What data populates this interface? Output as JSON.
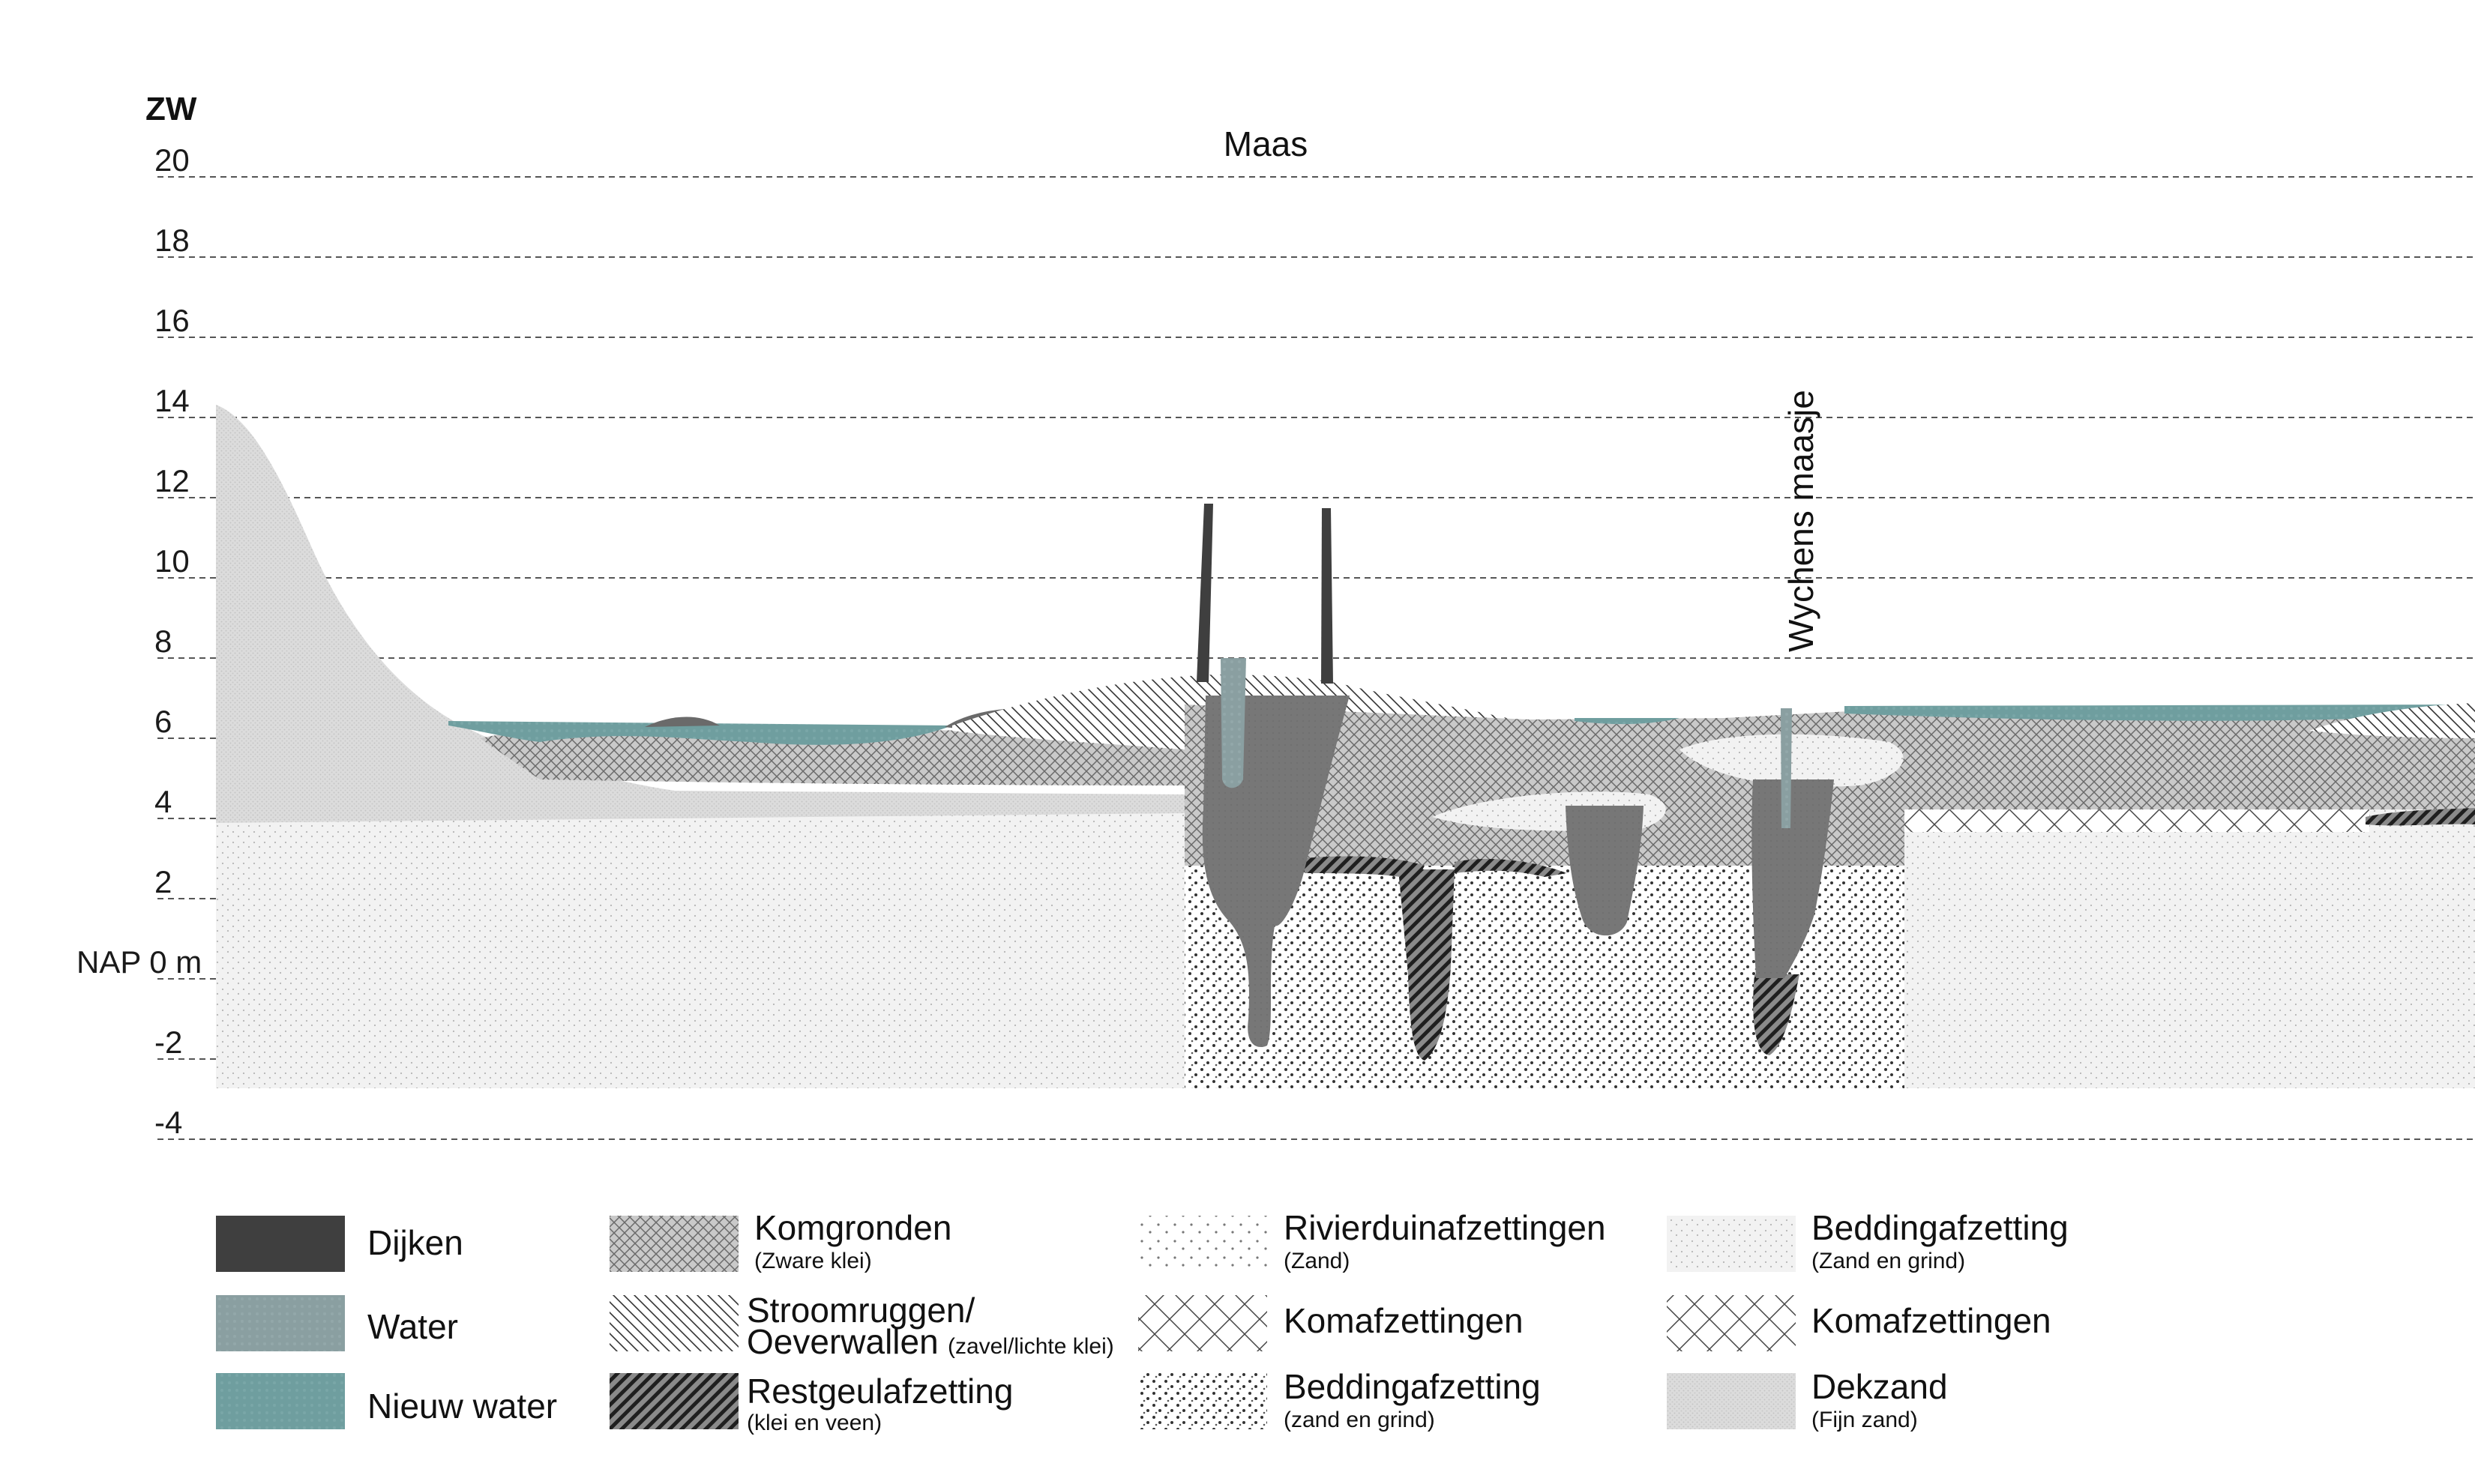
{
  "profile": {
    "axis_title": "ZW",
    "zero_label": "NAP 0 m",
    "y_ticks": [
      "20",
      "18",
      "16",
      "14",
      "12",
      "10",
      "8",
      "6",
      "4",
      "2",
      "-2",
      "-4"
    ],
    "labels": {
      "maas": "Maas",
      "wychens_maasje": "Wychens maasje"
    }
  },
  "legend": [
    {
      "key": "dijken",
      "title": "Dijken",
      "sub": "",
      "pattern": "dark-solid"
    },
    {
      "key": "water",
      "title": "Water",
      "sub": "",
      "pattern": "grey-water"
    },
    {
      "key": "nieuw-water",
      "title": "Nieuw water",
      "sub": "",
      "pattern": "teal-water"
    },
    {
      "key": "komgronden",
      "title": "Komgronden",
      "sub": "(Zware klei)",
      "pattern": "cross-hatch-dense"
    },
    {
      "key": "stroomruggen",
      "title": "Stroomruggen/",
      "title2": "Oeverwallen",
      "sub": "(zavel/lichte klei)",
      "pattern": "diagonal-lines"
    },
    {
      "key": "restgeulafzetting",
      "title": "Restgeulafzetting",
      "sub": "(klei en veen)",
      "pattern": "dark-diagonal"
    },
    {
      "key": "rivierduinafzettingen",
      "title": "Rivierduinafzettingen",
      "sub": "(Zand)",
      "pattern": "sparse-dots"
    },
    {
      "key": "komafzettingen-1",
      "title": "Komafzettingen",
      "sub": "",
      "pattern": "open-cross"
    },
    {
      "key": "beddingafzetting-1",
      "title": "Beddingafzetting",
      "sub": "(zand en grind)",
      "pattern": "dense-dots"
    },
    {
      "key": "beddingafzetting-2",
      "title": "Beddingafzetting",
      "sub": "(Zand en grind)",
      "pattern": "light-stipple"
    },
    {
      "key": "komafzettingen-2",
      "title": "Komafzettingen",
      "sub": "",
      "pattern": "open-cross"
    },
    {
      "key": "dekzand",
      "title": "Dekzand",
      "sub": "(Fijn zand)",
      "pattern": "fine-grey"
    }
  ],
  "colors": {
    "dijken": "#3f3f3f",
    "water": "#8a9fa1",
    "nieuw_water": "#6f9e9f",
    "restgeul_fill": "#7a7a7a",
    "gridline": "#555555"
  }
}
